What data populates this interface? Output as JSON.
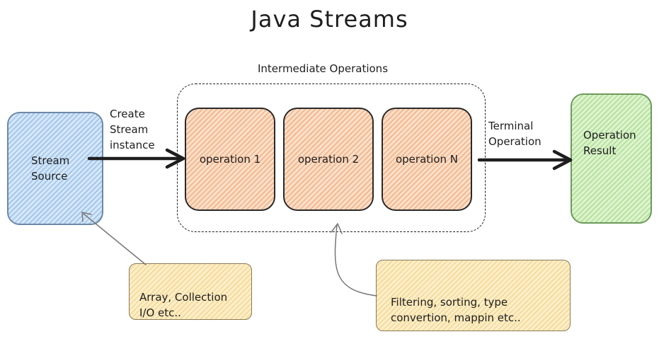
{
  "title": "Java Streams",
  "group_label": "Intermediate Operations",
  "nodes": {
    "source": {
      "label": "Stream\nSource",
      "color": "#a5c8ec"
    },
    "operations": [
      {
        "label": "operation 1"
      },
      {
        "label": "operation 2"
      },
      {
        "label": "operation N"
      }
    ],
    "result": {
      "label": "Operation\nResult",
      "color": "#b6e39d"
    }
  },
  "edges": {
    "create_label": "Create\nStream\ninstance",
    "terminal_label": "Terminal\nOperation"
  },
  "notes": {
    "source_note": "Array, Collection\nI/O etc..",
    "ops_note": "Filtering, sorting, type\nconvertion, mappin etc.."
  },
  "colors": {
    "operation_fill": "#f4b98e",
    "note_fill": "#f6dc9a",
    "stroke": "#1e1e1e"
  }
}
